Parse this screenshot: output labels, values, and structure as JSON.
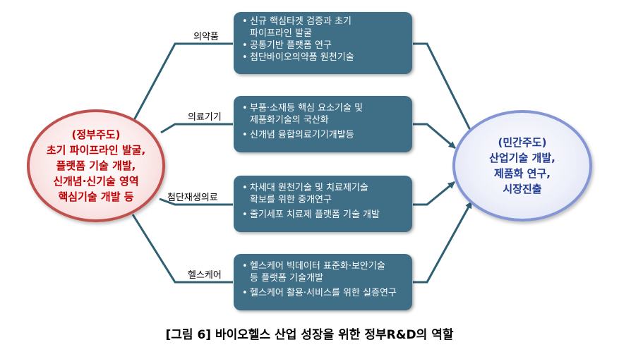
{
  "government": {
    "title": "(정부주도)",
    "lines": [
      "초기 파이프라인 발굴,",
      "플랫폼 기술 개발,",
      "신개념·신기술 영역",
      "핵심기술 개발 등"
    ]
  },
  "private": {
    "title": "(민간주도)",
    "lines": [
      "산업기술 개발,",
      "제품화 연구,",
      "시장진출"
    ]
  },
  "branches": [
    {
      "label": "의약품",
      "items": [
        [
          "신규 핵심타겟 검증과 초기",
          "파이프라인 발굴"
        ],
        [
          "공통기반 플랫폼 연구"
        ],
        [
          "첨단바이오의약품 원천기술"
        ]
      ]
    },
    {
      "label": "의료기기",
      "items": [
        [
          "부품·소재등 핵심 요소기술 및",
          "제품화기술의 국산화"
        ],
        [
          "신개념 융합의료기기개발등"
        ]
      ]
    },
    {
      "label": "첨단재생의료",
      "items": [
        [
          "차세대 원천기술 및 치료제기술",
          "확보를 위한 중개연구"
        ],
        [
          "줄기세포 치료제 플랫폼 기술 개발"
        ]
      ]
    },
    {
      "label": "헬스케어",
      "items": [
        [
          "헬스케어 빅데이터 표준화·보안기술",
          "등 플랫폼 기술개발"
        ],
        [
          "헬스케어 활용·서비스를 위한 실증연구"
        ]
      ]
    }
  ],
  "bullet": "•",
  "caption": "[그림 6] 바이오헬스 산업 성장을 위한 정부R&D의 역할",
  "colors": {
    "box": "#3e6f86",
    "left_border": "#c0504d",
    "left_text": "#c00000",
    "right_border": "#8497d4",
    "right_text": "#1f3a93",
    "connector": "#2e5f73"
  }
}
